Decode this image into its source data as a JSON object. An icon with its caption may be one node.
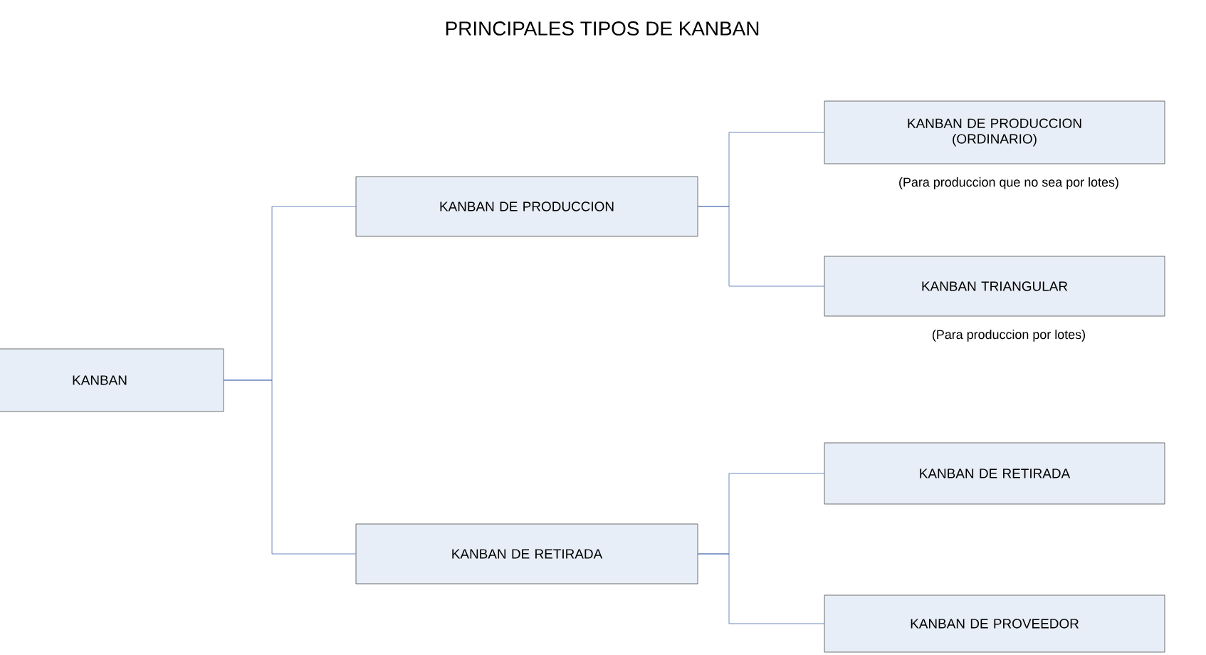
{
  "diagram": {
    "title": "PRINCIPALES TIPOS DE KANBAN",
    "nodes": [
      {
        "text": [
          "KANBAN"
        ]
      },
      {
        "text": [
          "KANBAN DE PRODUCCION"
        ]
      },
      {
        "text": [
          "KANBAN DE RETIRADA"
        ]
      },
      {
        "text": [
          "KANBAN DE PRODUCCION (ORDINARIO)"
        ],
        "beside": [
          "(Para produccion que no sea por lotes)"
        ]
      },
      {
        "text": [
          "KANBAN TRIANGULAR"
        ],
        "beside": [
          "(Para produccion por lotes)"
        ]
      },
      {
        "text": [
          "KANBAN DE RETIRADA"
        ]
      },
      {
        "text": [
          "KANBAN DE PROVEEDOR"
        ]
      }
    ],
    "edges": [
      {
        "from": 0,
        "to": 1,
        "arrow": "none"
      },
      {
        "from": 0,
        "to": 2,
        "arrow": "none"
      },
      {
        "from": 1,
        "to": 3,
        "arrow": "none"
      },
      {
        "from": 1,
        "to": 4,
        "arrow": "none"
      },
      {
        "from": 2,
        "to": 5,
        "arrow": "none"
      },
      {
        "from": 2,
        "to": 6,
        "arrow": "none"
      }
    ]
  }
}
